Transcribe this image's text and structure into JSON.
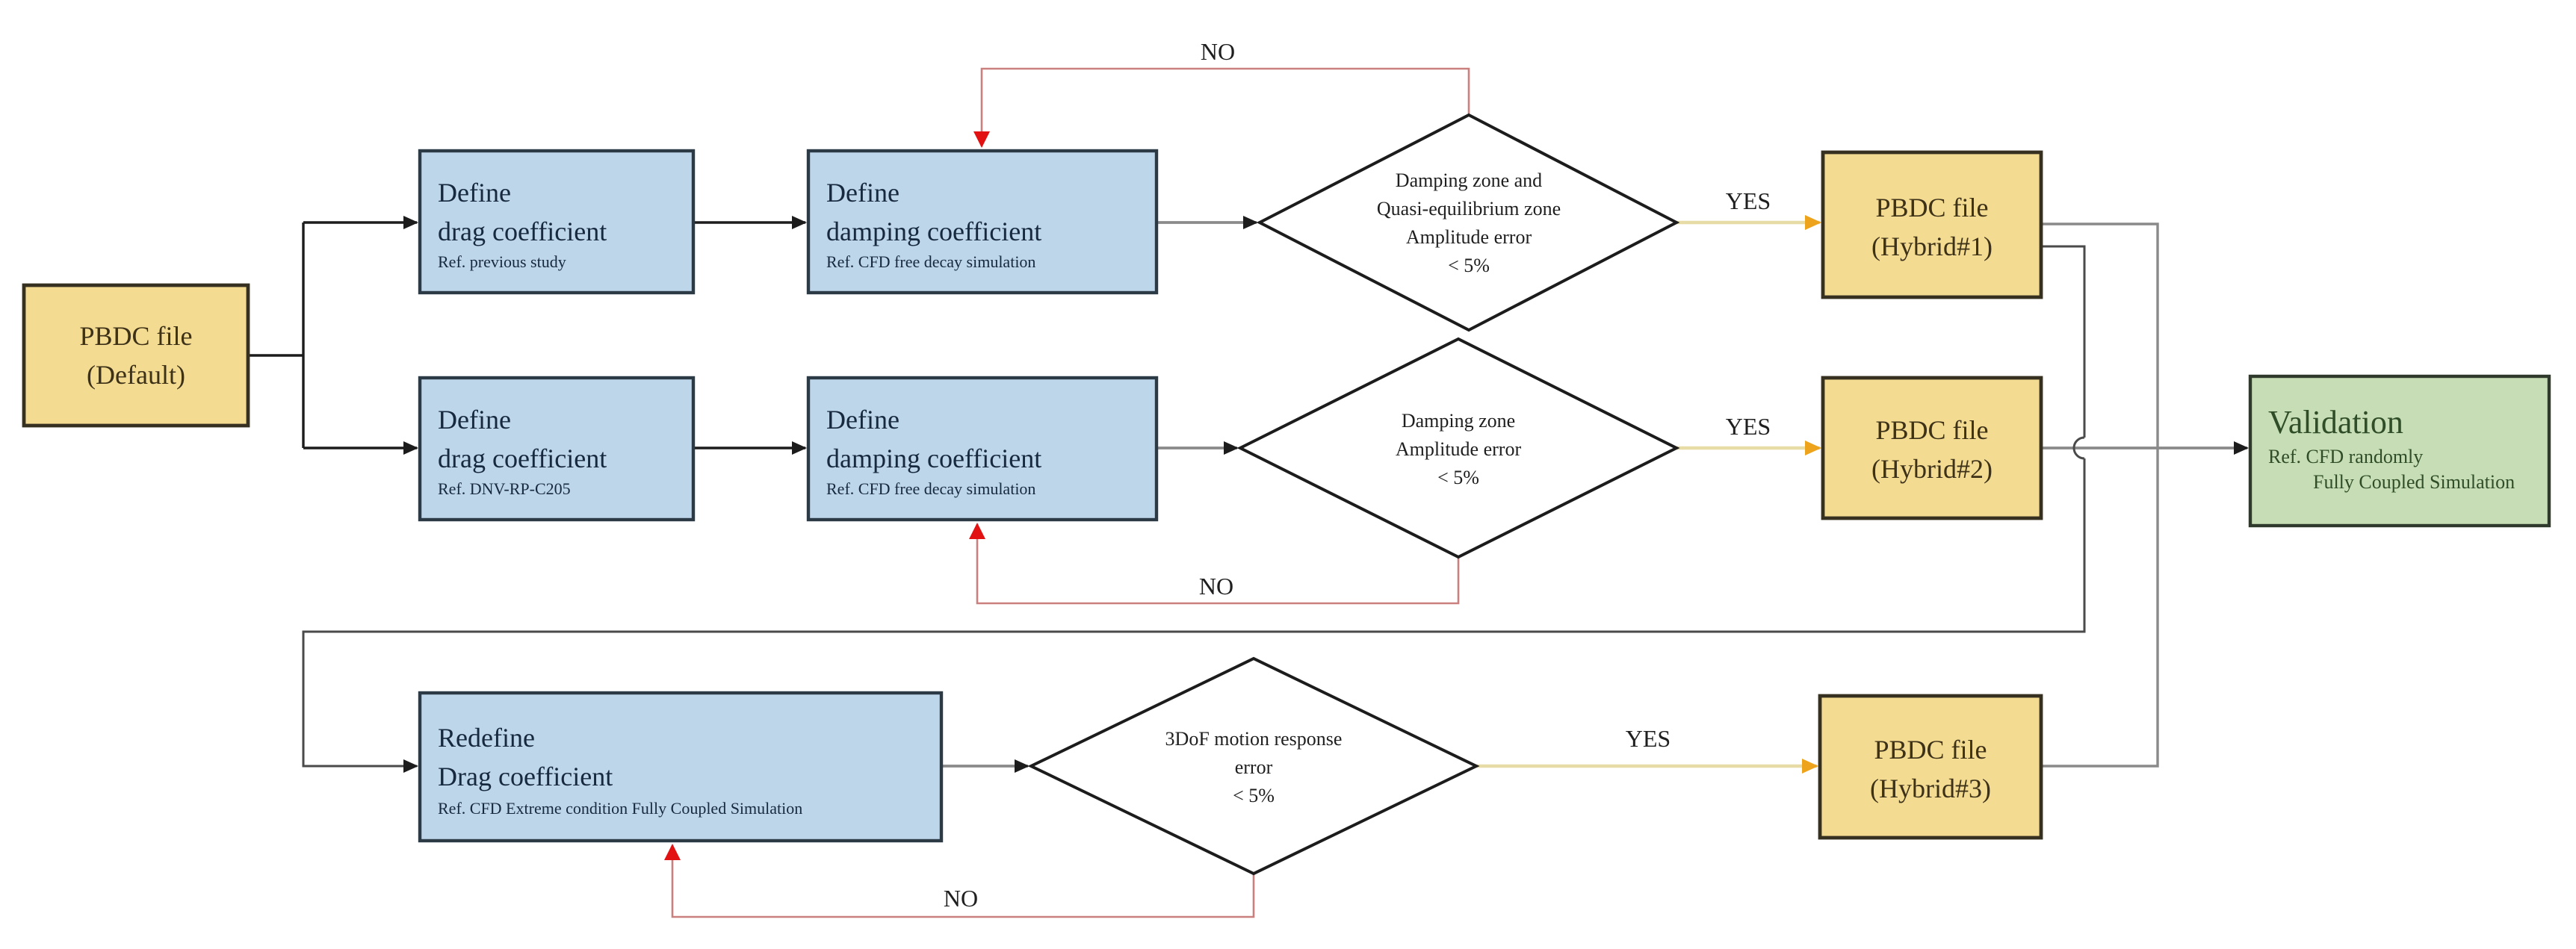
{
  "nodes": {
    "pbdc_default": {
      "line1": "PBDC file",
      "line2": "(Default)"
    },
    "define_drag_1": {
      "line1": "Define",
      "line2": "drag coefficient",
      "ref": "Ref. previous study"
    },
    "define_damping_1": {
      "line1": "Define",
      "line2": "damping coefficient",
      "ref": "Ref. CFD free decay simulation"
    },
    "decision_1": {
      "line1": "Damping zone and",
      "line2": "Quasi-equilibrium zone",
      "line3": "Amplitude error",
      "line4": "< 5%"
    },
    "pbdc_hybrid1": {
      "line1": "PBDC file",
      "line2": "(Hybrid#1)"
    },
    "define_drag_2": {
      "line1": "Define",
      "line2": "drag coefficient",
      "ref": "Ref. DNV-RP-C205"
    },
    "define_damping_2": {
      "line1": "Define",
      "line2": "damping coefficient",
      "ref": "Ref. CFD free decay simulation"
    },
    "decision_2": {
      "line1": "Damping zone",
      "line2": "Amplitude error",
      "line3": "< 5%"
    },
    "pbdc_hybrid2": {
      "line1": "PBDC file",
      "line2": "(Hybrid#2)"
    },
    "validation": {
      "title": "Validation",
      "ref1": "Ref. CFD randomly",
      "ref2": "Fully Coupled Simulation"
    },
    "redefine_drag": {
      "line1": "Redefine",
      "line2": "Drag coefficient",
      "ref": "Ref. CFD Extreme condition Fully Coupled Simulation"
    },
    "decision_3": {
      "line1": "3DoF motion response",
      "line2": "error",
      "line3": "< 5%"
    },
    "pbdc_hybrid3": {
      "line1": "PBDC file",
      "line2": "(Hybrid#3)"
    }
  },
  "labels": {
    "yes1": "YES",
    "yes2": "YES",
    "yes3": "YES",
    "no1": "NO",
    "no2": "NO",
    "no3": "NO"
  },
  "colors": {
    "yellow_fill": "#f3db92",
    "yellow_border": "#35301f",
    "yellow_text": "#3d3118",
    "blue_fill": "#bdd6e9",
    "blue_border": "#2c3a46",
    "blue_text": "#17293e",
    "green_fill": "#c7ddb5",
    "green_border": "#303a2c",
    "green_text": "#2f4d28",
    "black_line": "#1c1c1c",
    "gray_line": "#8a8a8a",
    "feed_line": "#4a4a4a",
    "red_line": "#c9807e",
    "red_arrow": "#e31212",
    "gold_line": "#e7dca6",
    "gold_arrow": "#eda41c"
  }
}
